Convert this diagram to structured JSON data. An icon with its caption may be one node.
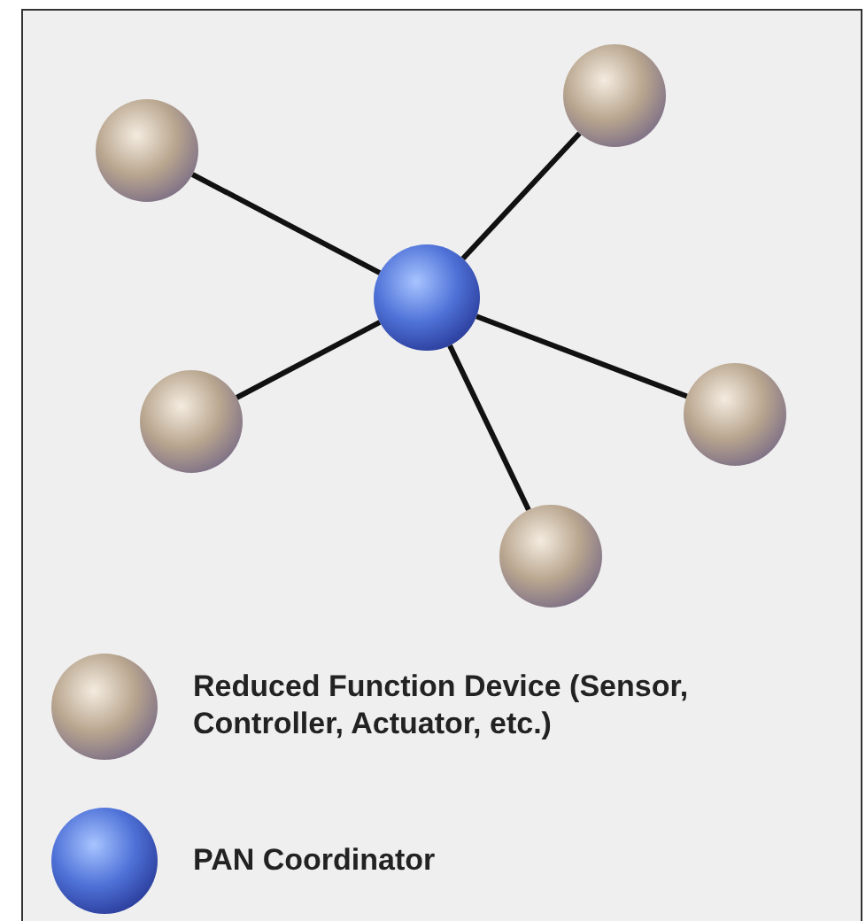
{
  "diagram": {
    "nodes": [
      {
        "text": [],
        "shape": "circle"
      },
      {
        "text": [],
        "shape": "circle"
      },
      {
        "text": [],
        "shape": "circle"
      },
      {
        "text": [],
        "shape": "circle"
      },
      {
        "text": [],
        "shape": "circle"
      },
      {
        "text": [],
        "shape": "circle"
      }
    ],
    "edges": [
      {
        "from": 0,
        "to": 1,
        "arrow": "none"
      },
      {
        "from": 0,
        "to": 2,
        "arrow": "none"
      },
      {
        "from": 0,
        "to": 3,
        "arrow": "none"
      },
      {
        "from": 0,
        "to": 4,
        "arrow": "none"
      },
      {
        "from": 0,
        "to": 5,
        "arrow": "none"
      }
    ],
    "legend": [
      {
        "text": "Reduced Function Device (Sensor, Controller, Actuator, etc.)"
      },
      {
        "text": "PAN Coordinator"
      }
    ]
  }
}
